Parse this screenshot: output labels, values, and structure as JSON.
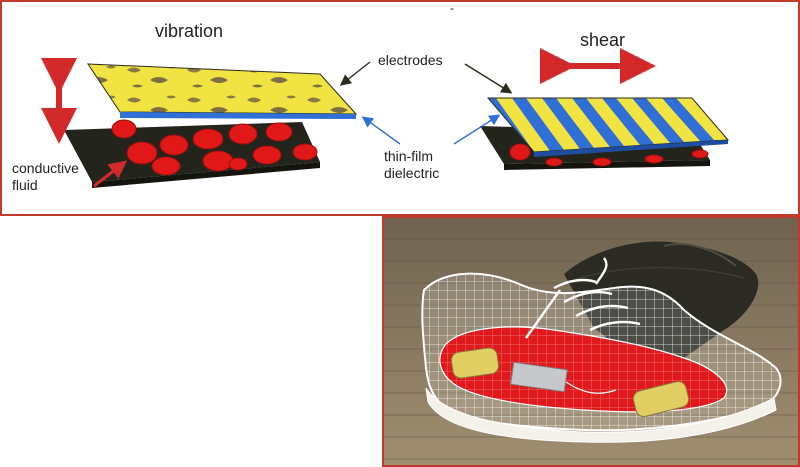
{
  "diagram": {
    "labels": {
      "vibration": "vibration",
      "shear": "shear",
      "electrodes": "electrodes",
      "thin_film": "thin-film",
      "dielectric": "dielectric",
      "conductive": "conductive",
      "fluid": "fluid",
      "dash": "-"
    },
    "colors": {
      "frame": "#c0392b",
      "electrode_yellow": "#f1e342",
      "electrode_blue": "#2f6fd6",
      "droplet_red": "#e01818",
      "base_dark": "#23251d",
      "arrow_red": "#d22a2a",
      "pointer_blue": "#2f6fd6",
      "pointer_dark": "#2b2b1e"
    }
  },
  "photo": {
    "subject": "shoe",
    "colors": {
      "wood_floor": "#8a7a63",
      "wireframe": "#ffffff",
      "insole_red": "#e0191c",
      "pad_yellow": "#e2cf63",
      "chip_gray": "#c5c9cc",
      "dark_shoe": "#2b2b24"
    }
  }
}
